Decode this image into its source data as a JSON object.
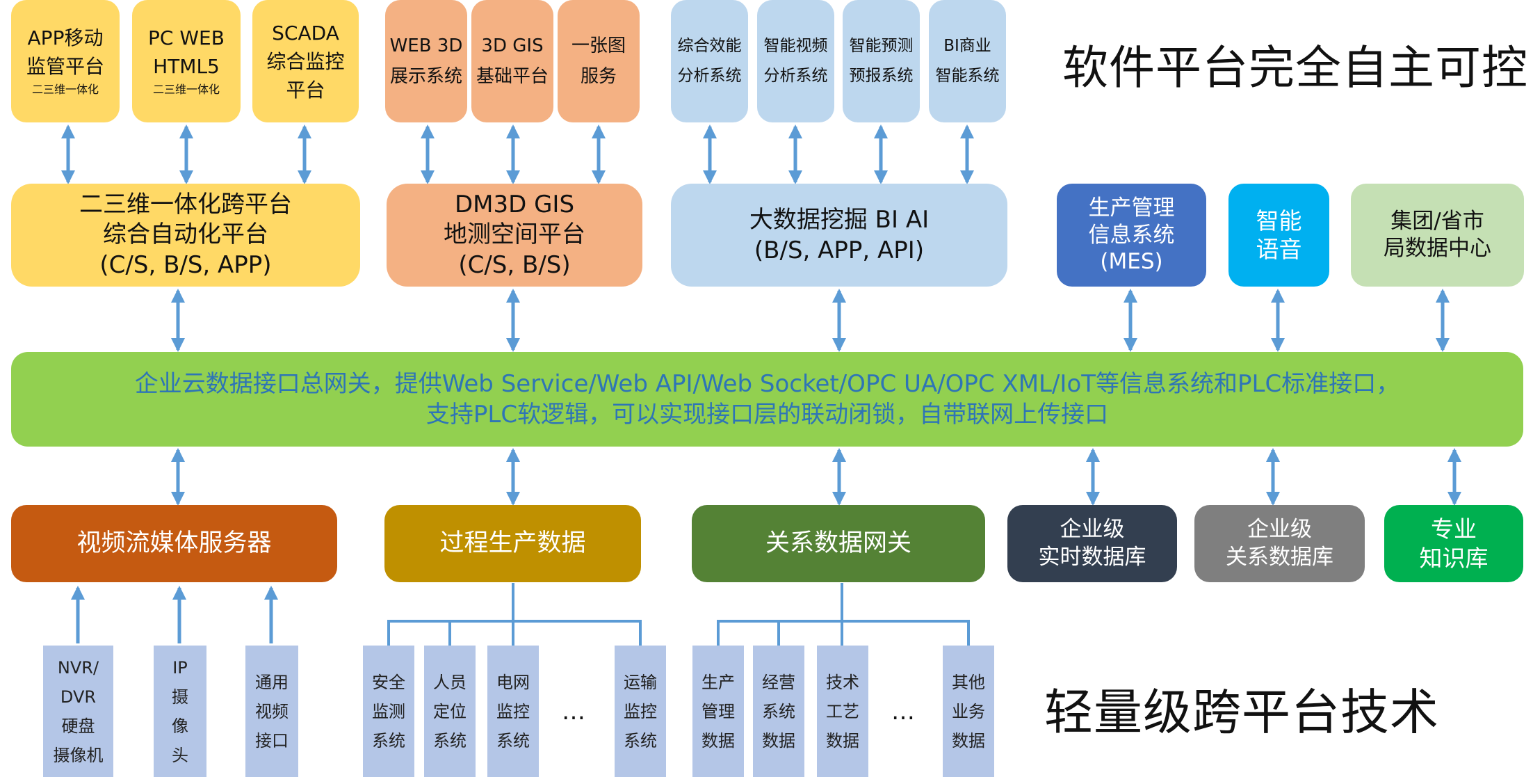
{
  "title_top": "软件平台完全自主可控",
  "title_bottom": "轻量级跨平台技术",
  "colors": {
    "arrow": "#5b9bd5",
    "yellow": "#ffd966",
    "orange": "#f4b183",
    "lightblue": "#bdd7ee",
    "mes": "#4472c4",
    "cyan": "#00b0f0",
    "lightgreen": "#c5e0b4",
    "gateway": "#92d050",
    "gateway_text": "#2e75b6",
    "video": "#c55a11",
    "process": "#bf9000",
    "relation": "#548235",
    "rtdb": "#333f50",
    "reldb": "#7f7f7f",
    "knowledge": "#00b050",
    "leaf": "#b4c6e7"
  },
  "top_apps": {
    "yellow": [
      {
        "lines": [
          "APP移动",
          "监管平台"
        ],
        "note": "二三维一体化"
      },
      {
        "lines": [
          "PC WEB",
          "HTML5"
        ],
        "note": "二三维一体化"
      },
      {
        "lines": [
          "SCADA",
          "综合监控",
          "平台"
        ]
      }
    ],
    "orange": [
      {
        "lines": [
          "WEB 3D",
          "展示系统"
        ]
      },
      {
        "lines": [
          "3D GIS",
          "基础平台"
        ]
      },
      {
        "lines": [
          "一张图",
          "服务"
        ]
      }
    ],
    "blue": [
      {
        "lines": [
          "综合效能",
          "分析系统"
        ]
      },
      {
        "lines": [
          "智能视频",
          "分析系统"
        ]
      },
      {
        "lines": [
          "智能预测",
          "预报系统"
        ]
      },
      {
        "lines": [
          "BI商业",
          "智能系统"
        ]
      }
    ]
  },
  "platforms": {
    "scada": [
      "二三维一体化跨平台",
      "综合自动化平台",
      "(C/S, B/S, APP)"
    ],
    "gis": [
      "DM3D GIS",
      "地测空间平台",
      "(C/S, B/S)"
    ],
    "bigdata": [
      "大数据挖掘 BI AI",
      "(B/S, APP, API)"
    ],
    "mes": [
      "生产管理",
      "信息系统",
      "(MES)"
    ],
    "voice": [
      "智能",
      "语音"
    ],
    "datacenter": [
      "集团/省市",
      "局数据中心"
    ]
  },
  "gateway": [
    "企业云数据接口总网关，提供Web Service/Web API/Web Socket/OPC UA/OPC XML/IoT等信息系统和PLC标准接口，",
    "支持PLC软逻辑，可以实现接口层的联动闭锁，自带联网上传接口"
  ],
  "services": {
    "video": "视频流媒体服务器",
    "process": "过程生产数据",
    "relation": "关系数据网关",
    "rtdb": [
      "企业级",
      "实时数据库"
    ],
    "reldb": [
      "企业级",
      "关系数据库"
    ],
    "knowledge": [
      "专业",
      "知识库"
    ]
  },
  "leaves": {
    "video": [
      [
        "NVR/",
        "DVR",
        "硬盘",
        "摄像机"
      ],
      [
        "IP",
        "摄",
        "像",
        "头"
      ],
      [
        "通用",
        "视频",
        "接口"
      ]
    ],
    "process": [
      [
        "安全",
        "监测",
        "系统"
      ],
      [
        "人员",
        "定位",
        "系统"
      ],
      [
        "电网",
        "监控",
        "系统"
      ],
      [
        "运输",
        "监控",
        "系统"
      ]
    ],
    "relation": [
      [
        "生产",
        "管理",
        "数据"
      ],
      [
        "经营",
        "系统",
        "数据"
      ],
      [
        "技术",
        "工艺",
        "数据"
      ],
      [
        "其他",
        "业务",
        "数据"
      ]
    ],
    "ellipsis": "…"
  }
}
